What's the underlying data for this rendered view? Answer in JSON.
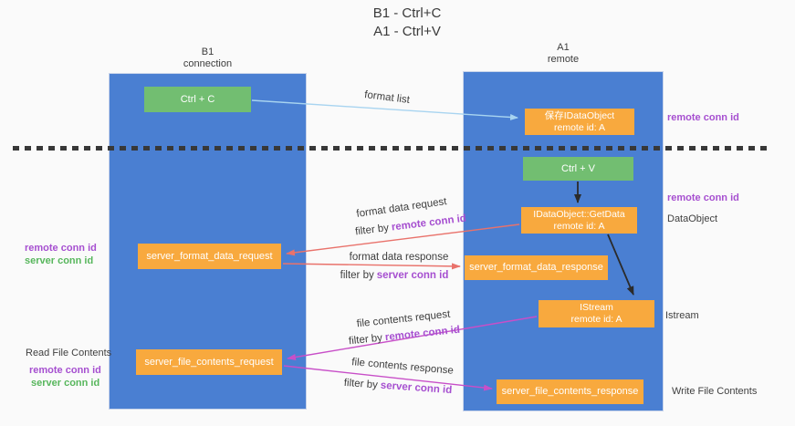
{
  "title": {
    "line1": "B1 - Ctrl+C",
    "line2": "A1 - Ctrl+V"
  },
  "columns": {
    "left": {
      "name": "B1",
      "role": "connection"
    },
    "right": {
      "name": "A1",
      "role": "remote"
    }
  },
  "boxes": {
    "ctrl_c": "Ctrl + C",
    "save_dataobject_line1": "保存IDataObject",
    "save_dataobject_line2": "remote id: A",
    "ctrl_v": "Ctrl + V",
    "getdata_line1": "IDataObject::GetData",
    "getdata_line2": "remote id: A",
    "format_request": "server_format_data_request",
    "format_response": "server_format_data_response",
    "istream_line1": "IStream",
    "istream_line2": "remote id: A",
    "file_request": "server_file_contents_request",
    "file_response": "server_file_contents_response"
  },
  "flow_labels": {
    "format_list": "format list",
    "format_data_request": "format data request",
    "format_data_response": "format data response",
    "file_contents_request": "file contents request",
    "file_contents_response": "file contents response",
    "filter_by": "filter by",
    "remote_conn_id": "remote conn id",
    "server_conn_id": "server conn id"
  },
  "side_labels": {
    "remote_conn_id": "remote conn id",
    "server_conn_id": "server conn id",
    "dataobject": "DataObject",
    "istream": "Istream",
    "read_file_contents": "Read File Contents",
    "write_file_contents": "Write File Contents"
  },
  "colors": {
    "column_blue": "#4a7fd2",
    "box_orange": "#f8a93e",
    "box_green": "#72be71",
    "purple_text": "#a64fd0",
    "green_text": "#57b65c",
    "arrow_red": "#e9726b",
    "arrow_magenta": "#c84fc8",
    "arrow_blue": "#a8d4f0",
    "arrow_black": "#2b2b2b"
  }
}
